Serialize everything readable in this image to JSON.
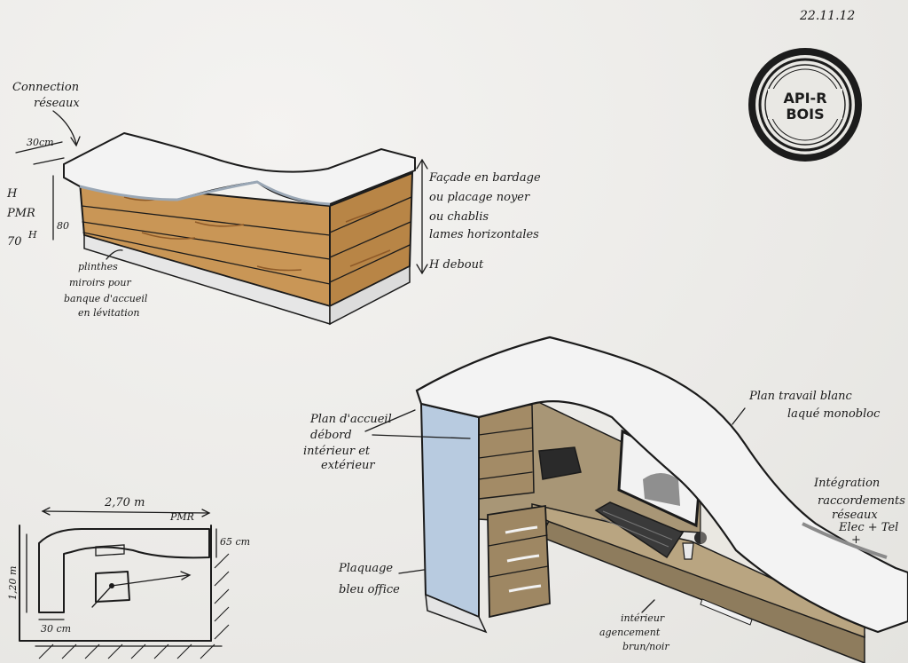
{
  "date": "22.11.12",
  "logo": {
    "line1": "API-R",
    "line2": "BOIS",
    "icon": "wood-ring-stamp"
  },
  "desk1": {
    "label_connections": [
      "Connection",
      "réseaux"
    ],
    "dim_depth": "30cm",
    "label_h_pmr_lines": [
      "H",
      "PMR",
      "70"
    ],
    "dim_h": "H",
    "dim_80": "80",
    "label_facade": [
      "Façade en bardage",
      "ou placage noyer",
      "ou chablis",
      "lames horizontales"
    ],
    "label_h_debout": "H debout",
    "label_plinth": [
      "plinthes",
      "miroirs pour",
      "banque d'accueil",
      "en lévitation"
    ]
  },
  "desk2": {
    "label_worktop": [
      "Plan travail blanc",
      "laqué monobloc"
    ],
    "label_reception": [
      "Plan d'accueil",
      "débord",
      "intérieur et",
      "extérieur"
    ],
    "label_integration": [
      "Intégration",
      "raccordements",
      "réseaux",
      "Elec + Tel",
      "+"
    ],
    "label_blue": [
      "Plaquage",
      "bleu office"
    ],
    "label_interior": [
      "intérieur",
      "agencement",
      "brun/noir"
    ]
  },
  "plan": {
    "dim_width": "2,70 m",
    "label_pmr": "PMR",
    "dim_height": "1,20 m",
    "dim_65": "65 cm",
    "dim_30": "30 cm"
  },
  "colors": {
    "paper": "#ecebe8",
    "wood": "#c99656",
    "wood_dark": "#a8713a",
    "top_white": "#f3f3f3",
    "blue_panel": "#b8cbe0",
    "interior_brown": "#9d8a6a",
    "ink": "#1b1b1b"
  }
}
